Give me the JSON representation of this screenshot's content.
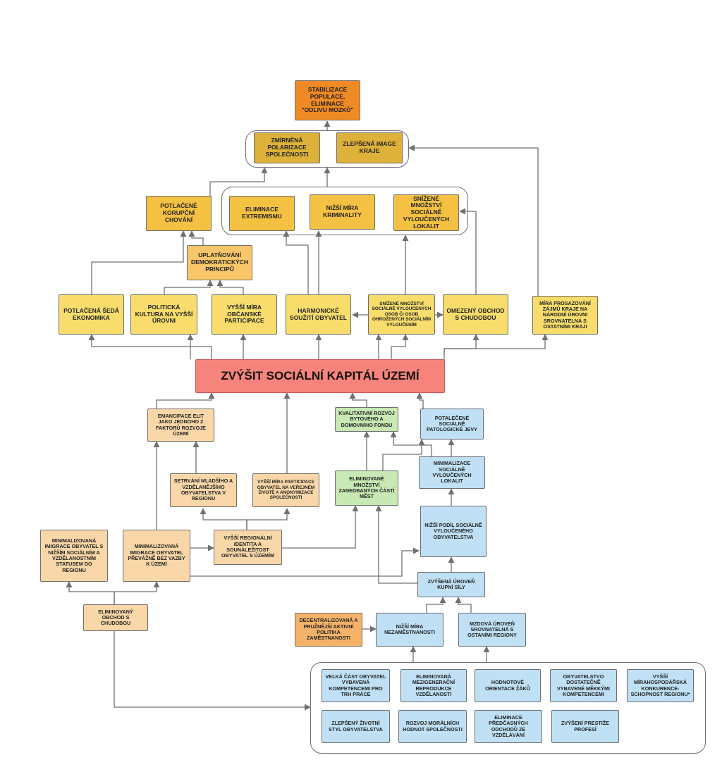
{
  "colors": {
    "orange_dark": "#F08A24",
    "gold": "#DDB13A",
    "amber": "#F5C142",
    "light_amber": "#F9C76A",
    "yellow": "#F8DD6C",
    "red_main": "#F7847C",
    "peach": "#FAD7A8",
    "green": "#C8E8B4",
    "blue": "#BFE0F5",
    "orange_mid": "#F5B36A"
  },
  "nodes": {
    "stabilizace": "STABILIZACE POPULACE, ELIMINACE \"ODLIVU MOZKŮ\"",
    "zmirnena_polarizace": "ZMÍRNĚNÁ POLARIZACE SPOLEČNOSTI",
    "zlepsena_image": "ZLEPŠENÁ IMAGE KRAJE",
    "potlacene_korupcni": "POTLAČENÉ KORUPČNÍ CHOVÁNÍ",
    "eliminace_extremismu": "ELIMINACE EXTREMISMU",
    "nizsi_kriminalita": "NIŽŠÍ MÍRA KRIMINALITY",
    "snizene_lokalit": "SNÍŽENÉ MNOŽSTVÍ SOCIÁLNĚ VYLOUČENÝCH LOKALIT",
    "uplatnovani": "UPLATŇOVÁNÍ DEMOKRATICKÝCH PRINCIPŮ",
    "potlacena_seda": "POTLAČENÁ ŠEDÁ EKONOMIKA",
    "politicka_kultura": "POLITICKÁ KULTURA NA VYŠŠÍ ÚROVNI",
    "vyssi_obcanske": "VYŠŠÍ MÍRA OBČANSKÉ PARTICIPACE",
    "harmonicke": "HARMONICKÉ SOUŽITÍ OBYVATEL",
    "snizene_osob": "SNÍŽENÉ MNOŽSTVÍ SOCIÁLNĚ VYLOUČENÝCH OSOB ČI OSOB OHROŽENÝCH SOCIÁLNÍM VYLOUČENÍM",
    "omezeny_obchod": "OMEZENÝ OBCHOD S CHUDOBOU",
    "mira_prosazovani": "MÍRA PROSAZOVÁNÍ ZÁJMŮ KRAJE NA NÁRODNÍ ÚROVNI SROVNATELNÁ S OSTATNÍMI KRAJI",
    "main": "ZVÝŠIT SOCIÁLNÍ KAPITÁL ÚZEMÍ",
    "emancipace": "EMANCIPACE ELIT JAKO JEDNOHO Z FAKTORŮ ROZVOJE ÚZEMÍ",
    "kvalitativni": "KVALITATIVNÍ ROZVOJ BYTOVÉHO A DOMOVNÍHO FONDU",
    "potlacene_patologicke": "POTALEČENÉ SOCIÁLNĚ PATOLOGICKÉ JEVY",
    "setrvani": "SETRVÁNÍ MLADŠÍHO A VZDĚLANĚJŠÍHO OBYVATELSTVA V REGIONU",
    "vyssi_participace": "VYŠŠÍ MÍRA PARTICIPACE OBYVATEL NA VEŘEJNÉM ŽIVOTĚ A ANONYMIZACE SPOLEČNOSTI",
    "eliminovane_mnozstvi": "ELIMINOVANÉ MNOŽSTVÍ ZANEDBANÝCH ČÁSTÍ MĚST",
    "minimalizace_lokalit": "MINIMALIZACE SOCIÁLNĚ VYLOUČENÝCH LOKALIT",
    "minimalizovana_nizsim": "MINIMALIZOVANÁ IMIGRACE OBYVATEL S NIŽŠÍM SOCIÁLNÍM A VZDĚLANOSTNÍM STATUSEM DO REGIONU",
    "minimalizovana_vazby": "MINIMALIZOVANÁ IMIGRACE OBYVATEL PŘEVÁŽNĚ BEZ VAZBY K ÚZEMÍ",
    "vyssi_regionalni": "VYŠŠÍ REGIONÁLNÍ IDENTITA A SOUNÁLEŽITOST OBYVATEL S ÚZEMÍM",
    "nizsi_podil": "NIŽŠÍ PODÍL SOCIÁLNĚ VYLOUČENÉHO OBYVATELSTVA",
    "zvysena_kupni": "ZVÝŠENÁ ÚROVEŇ KUPNÍ SÍLY",
    "eliminovany_obchod": "ELIMINOVANÝ OBCHOD S CHUDOBOU",
    "decentralizovana": "DECENTRALIZOVANÁ A PRUŽNĚJŠÍ AKTIVNÍ POLITIKA ZAMĚSTNANOSTI",
    "nizsi_nezamestnanosti": "NIŽŠÍ MÍRA NEZAMĚSTNANOSTI",
    "mzdova_uroven": "MZDOVÁ ÚROVEŇ SROVNATELNÁ S OSTANÍMI REGIONY",
    "velka_cast": "VELKÁ ČÁST OBYVATEL VYBAVENÁ KOMPETENCEMI PRO TRH PRÁCE",
    "eliminovana_mezigeneracni": "ELIMINOVANÁ MEZIGENERAČNÍ REPRODUKCE VZDĚLANOSTI",
    "hodnotove": "HODNOTOVÉ ORIENTACE ŽÁKŮ",
    "obyvatelstvo_mekkymi": "OBYVATELSTVO DOSTATEČNĚ VYBAVENÉ MĚKKÝMI KOMPETENCEMI",
    "vyssi_hospodarska": "VYŠŠÍ MÍRAHOSPODÁŘSKÁ KONKURENCE-SCHOPNOST REGIONU*",
    "zlepseny_styl": "ZLEPŠENÝ ŽIVOTNÍ STYL OBYVATELSTVA",
    "rozvoj_moralnich": "ROZVOJ MORÁLNÍCH HODNOT SPOLEČNOSTI",
    "eliminace_predcasnych": "ELIMINACE PŘEDČASNÝCH ODCHODŮ ZE VZDĚLÁVÁNÍ",
    "zvyseni_prestize": "ZVÝŠENÍ PRESTIŽE PROFESÍ"
  }
}
